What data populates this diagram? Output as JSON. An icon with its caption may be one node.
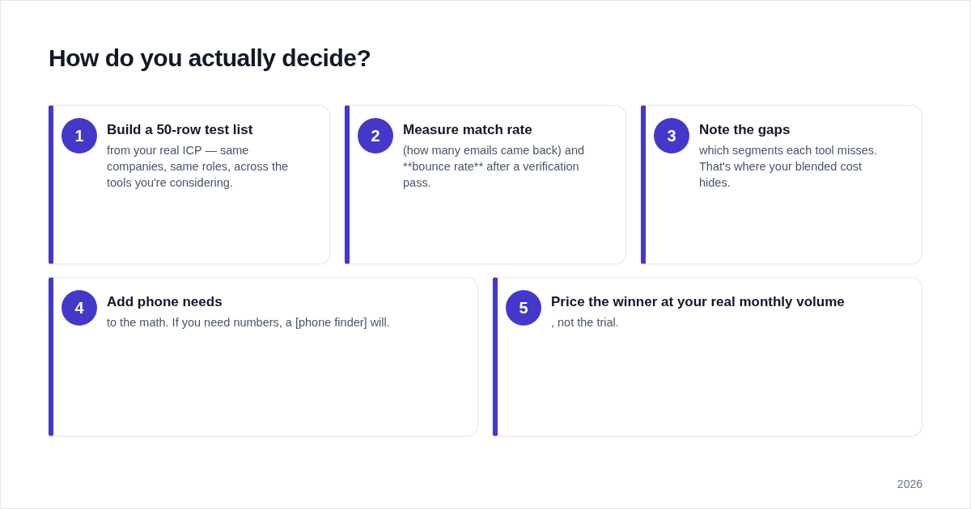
{
  "diagram": {
    "title": "How do you actually decide?",
    "nodes": [
      {
        "text": [
          "Build a 50-row test list",
          "from your real ICP — same companies, same roles, across the tools you're considering."
        ]
      },
      {
        "text": [
          "1"
        ],
        "in": 0
      },
      {
        "text": [
          "Measure match rate",
          "(how many emails came back) and **bounce rate** after a verification pass."
        ]
      },
      {
        "text": [
          "2"
        ],
        "in": 2
      },
      {
        "text": [
          "Note the gaps",
          "which segments each tool misses. That's where your blended cost hides."
        ]
      },
      {
        "text": [
          "3"
        ],
        "in": 4
      },
      {
        "text": [
          "Add phone needs",
          "to the math. If you need numbers, a [phone finder] will."
        ]
      },
      {
        "text": [
          "4"
        ],
        "in": 6
      },
      {
        "text": [
          "Price the winner at your real monthly volume",
          ", not the trial."
        ]
      },
      {
        "text": [
          "5"
        ],
        "in": 8
      }
    ],
    "labels": [
      "2026"
    ]
  }
}
